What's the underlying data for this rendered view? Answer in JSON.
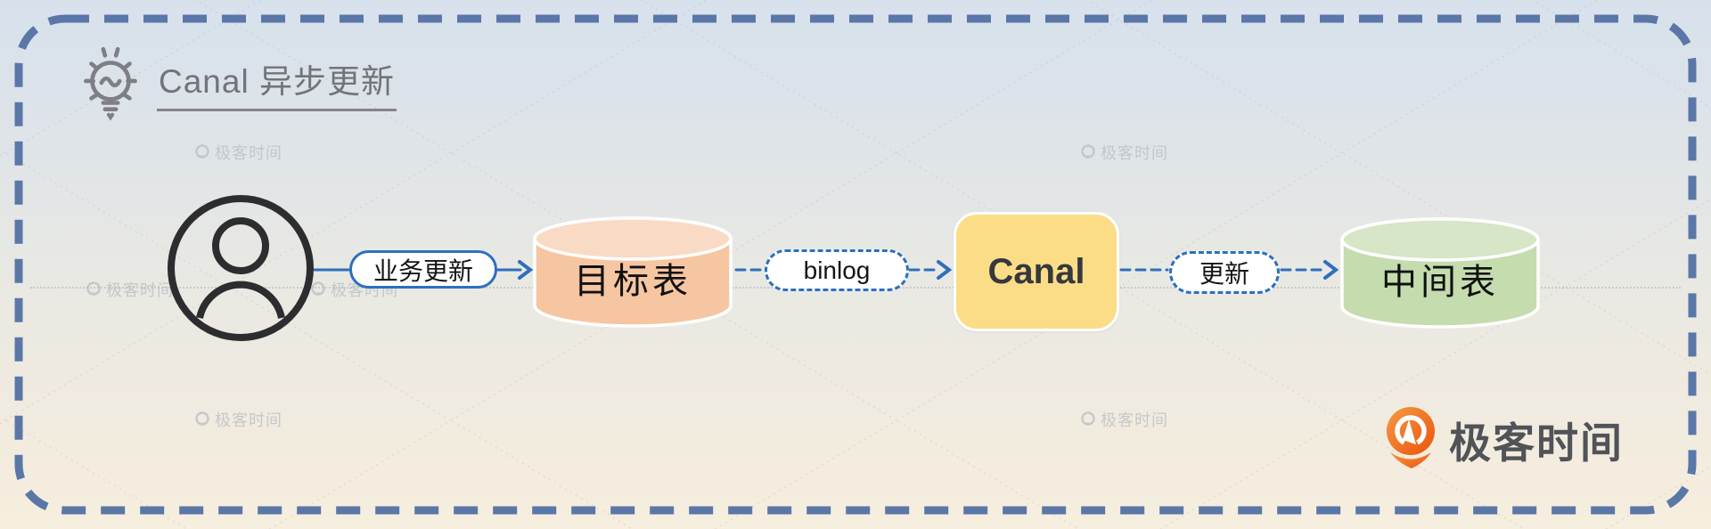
{
  "title": {
    "text": "Canal 异步更新",
    "icon": "lightbulb-icon"
  },
  "flow": {
    "actor": {
      "icon": "user-icon"
    },
    "edges": [
      {
        "label": "业务更新",
        "style": "solid",
        "from": "user",
        "to": "目标表"
      },
      {
        "label": "binlog",
        "style": "dashed",
        "from": "目标表",
        "to": "Canal"
      },
      {
        "label": "更新",
        "style": "dashed",
        "from": "Canal",
        "to": "中间表"
      }
    ],
    "nodes": [
      {
        "label": "目标表",
        "type": "database",
        "fill": "#f6c5a2",
        "fill_top": "#f9dac5"
      },
      {
        "label": "Canal",
        "type": "process",
        "fill": "#fbdd87"
      },
      {
        "label": "中间表",
        "type": "database",
        "fill": "#c4dcae",
        "fill_top": "#d6e6c6"
      }
    ]
  },
  "branding": {
    "logo_text": "极客时间",
    "logo_icon": "geektime-logo-icon",
    "logo_color": "#ed6a1e"
  },
  "watermark": {
    "text": "极客时间"
  },
  "colors": {
    "accent_blue": "#2e6fbe",
    "frame_blue": "#5b77a8",
    "ink": "#2d2d30",
    "title_gray": "#73737a"
  }
}
